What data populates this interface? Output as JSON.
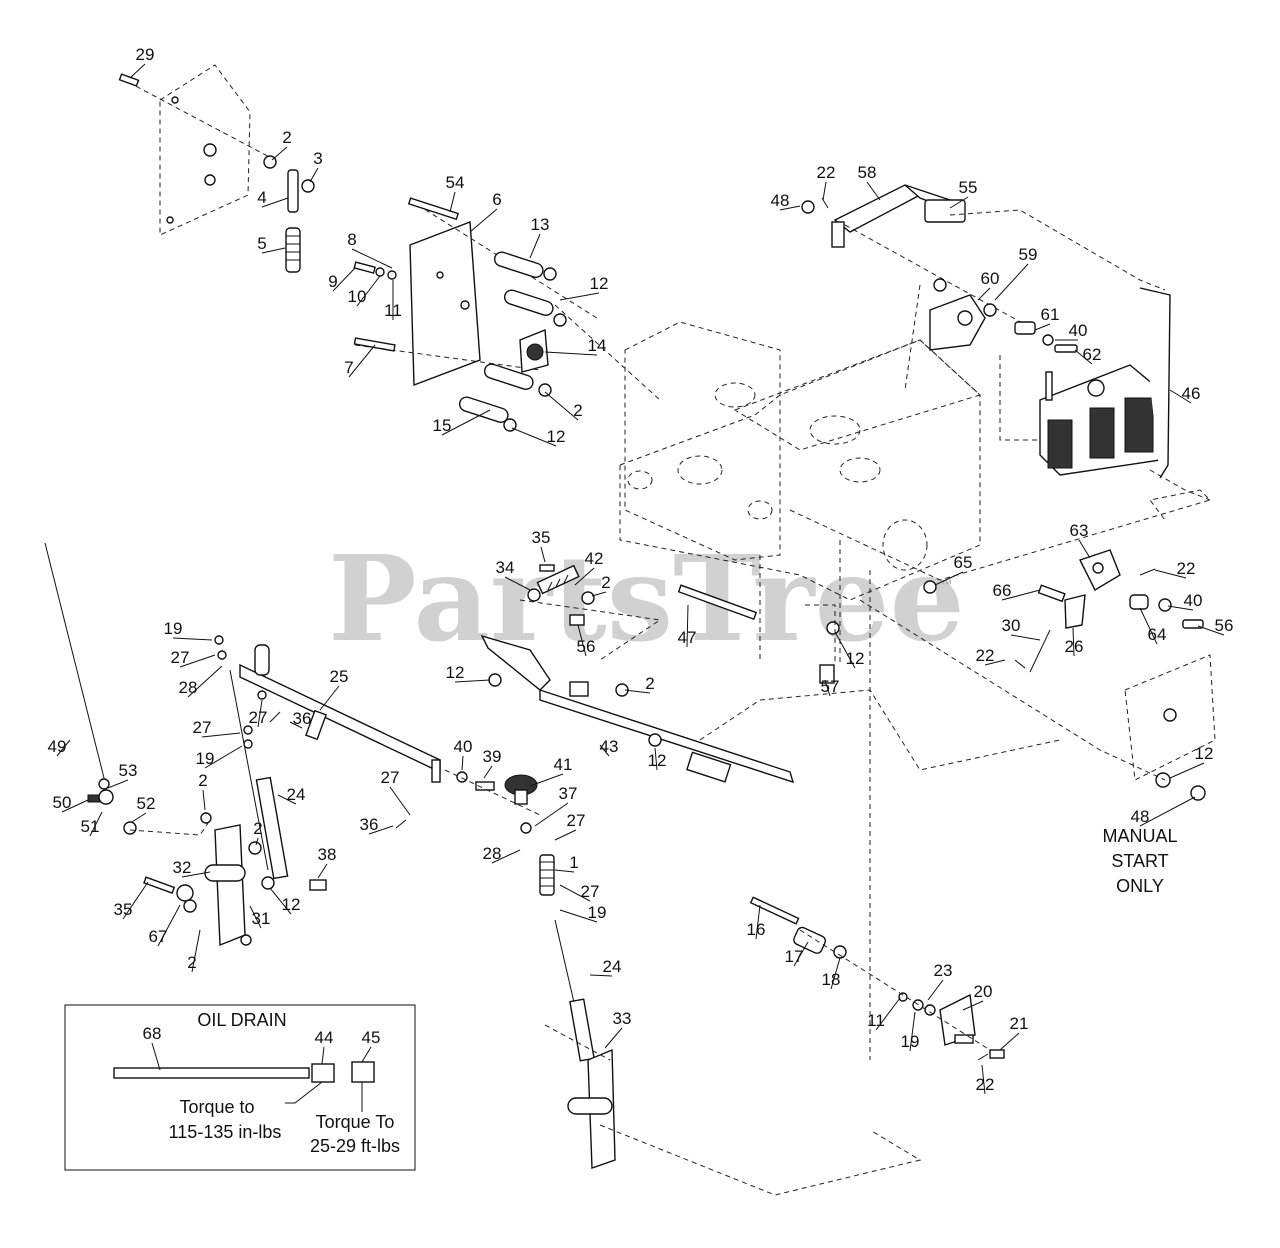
{
  "watermark": {
    "text": "PartsTree",
    "tm": "™"
  },
  "callouts": [
    "29",
    "2",
    "3",
    "4",
    "5",
    "54",
    "6",
    "13",
    "8",
    "9",
    "10",
    "11",
    "12",
    "7",
    "14",
    "2",
    "15",
    "12",
    "22",
    "58",
    "55",
    "48",
    "59",
    "60",
    "61",
    "40",
    "62",
    "46",
    "35",
    "42",
    "34",
    "2",
    "47",
    "56",
    "12",
    "57",
    "63",
    "22",
    "66",
    "40",
    "56",
    "30",
    "64",
    "22",
    "26",
    "12",
    "48",
    "65",
    "19",
    "27",
    "28",
    "25",
    "27",
    "36",
    "27",
    "19",
    "49",
    "53",
    "50",
    "51",
    "52",
    "2",
    "24",
    "2",
    "32",
    "31",
    "12",
    "38",
    "35",
    "67",
    "2",
    "40",
    "39",
    "41",
    "37",
    "27",
    "36",
    "27",
    "28",
    "1",
    "27",
    "19",
    "24",
    "43",
    "12",
    "2",
    "12",
    "33",
    "16",
    "17",
    "18",
    "23",
    "11",
    "19",
    "20",
    "21",
    "22",
    "44",
    "45",
    "68"
  ],
  "oil_drain": {
    "title": "OIL DRAIN",
    "torque_left_line1": "Torque to",
    "torque_left_line2": "115-135 in-lbs",
    "torque_right_line1": "Torque To",
    "torque_right_line2": "25-29 ft-lbs"
  },
  "manual_start_note": [
    "MANUAL",
    "START",
    "ONLY"
  ]
}
